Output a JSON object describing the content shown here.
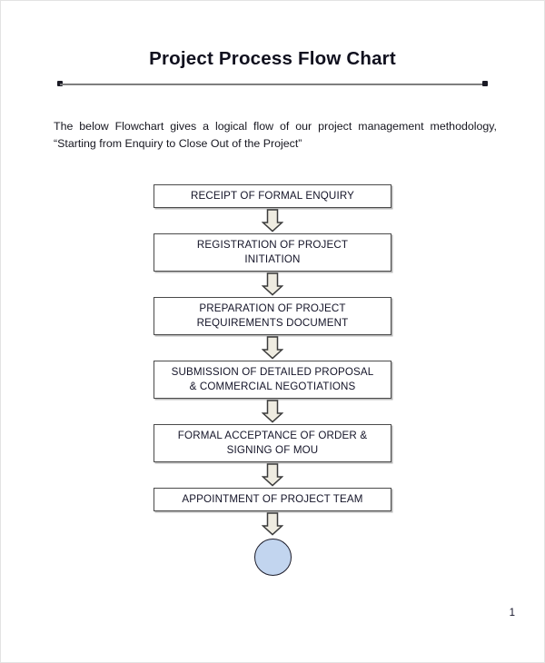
{
  "document": {
    "title": "Project Process Flow Chart",
    "intro": "The below Flowchart gives a logical flow of our project management methodology, “Starting from Enquiry to Close Out of the Project”",
    "page_number": "1"
  },
  "colors": {
    "box_border": "#4a4a4a",
    "box_shadow": "#b9b9b9",
    "arrow_fill": "#efece1",
    "arrow_stroke": "#3c3c3c",
    "terminator_fill": "#c2d5ef",
    "terminator_border": "#1d1d2b",
    "text": "#141428",
    "rule": "#8d8d8d"
  },
  "chart_data": {
    "type": "diagram",
    "diagram_kind": "flowchart",
    "orientation": "top-to-bottom",
    "title": "Project Process Flow Chart",
    "connector_style": "block-arrow-down",
    "nodes": [
      {
        "id": 1,
        "shape": "rectangle",
        "lines": [
          "RECEIPT OF FORMAL ENQUIRY"
        ]
      },
      {
        "id": 2,
        "shape": "rectangle",
        "lines": [
          "REGISTRATION OF PROJECT",
          "INITIATION"
        ]
      },
      {
        "id": 3,
        "shape": "rectangle",
        "lines": [
          "PREPARATION OF PROJECT",
          "REQUIREMENTS DOCUMENT"
        ]
      },
      {
        "id": 4,
        "shape": "rectangle",
        "lines": [
          "SUBMISSION OF DETAILED PROPOSAL",
          "& COMMERCIAL NEGOTIATIONS"
        ]
      },
      {
        "id": 5,
        "shape": "rectangle",
        "lines": [
          "FORMAL ACCEPTANCE OF ORDER &",
          "SIGNING OF MOU"
        ]
      },
      {
        "id": 6,
        "shape": "rectangle",
        "lines": [
          "APPOINTMENT OF PROJECT TEAM"
        ]
      },
      {
        "id": 7,
        "shape": "circle",
        "lines": []
      }
    ],
    "edges": [
      {
        "from": 1,
        "to": 2
      },
      {
        "from": 2,
        "to": 3
      },
      {
        "from": 3,
        "to": 4
      },
      {
        "from": 4,
        "to": 5
      },
      {
        "from": 5,
        "to": 6
      },
      {
        "from": 6,
        "to": 7
      }
    ]
  }
}
